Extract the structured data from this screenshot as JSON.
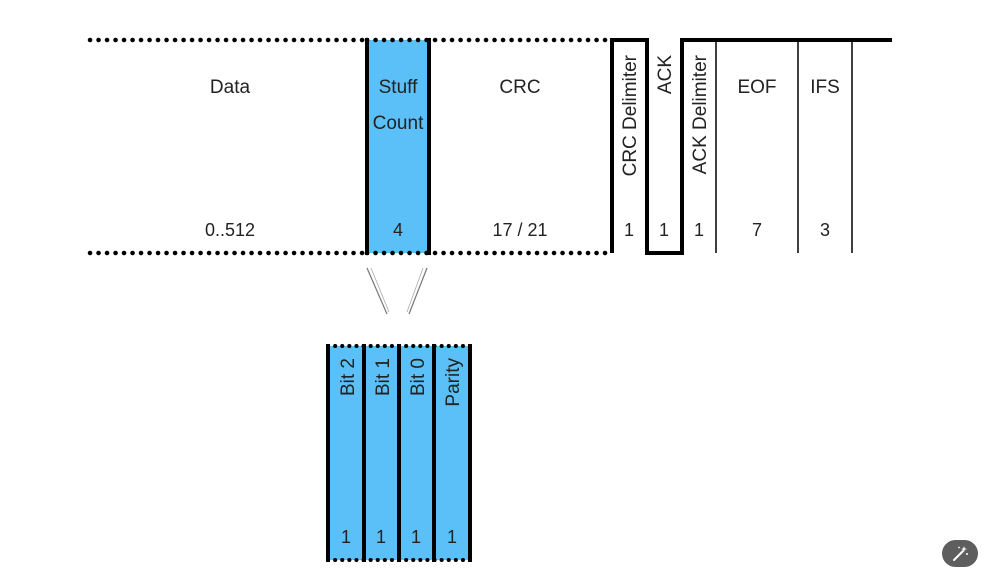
{
  "frame": {
    "fields": [
      {
        "name": "Data",
        "bits": "0..512"
      },
      {
        "name": "Stuff",
        "name2": "Count",
        "bits": "4"
      },
      {
        "name": "CRC",
        "bits": "17 / 21"
      },
      {
        "name": "CRC Delimiter",
        "bits": "1"
      },
      {
        "name": "ACK",
        "bits": "1"
      },
      {
        "name": "ACK Delimiter",
        "bits": "1"
      },
      {
        "name": "EOF",
        "bits": "7"
      },
      {
        "name": "IFS",
        "bits": "3"
      }
    ]
  },
  "stuff_count_detail": {
    "fields": [
      {
        "name": "Bit 2",
        "bits": "1"
      },
      {
        "name": "Bit 1",
        "bits": "1"
      },
      {
        "name": "Bit 0",
        "bits": "1"
      },
      {
        "name": "Parity",
        "bits": "1"
      }
    ]
  },
  "colors": {
    "highlight": "#5bc0f8",
    "line": "#000000"
  },
  "controls": {
    "edit_icon": "magic-wand-icon"
  }
}
